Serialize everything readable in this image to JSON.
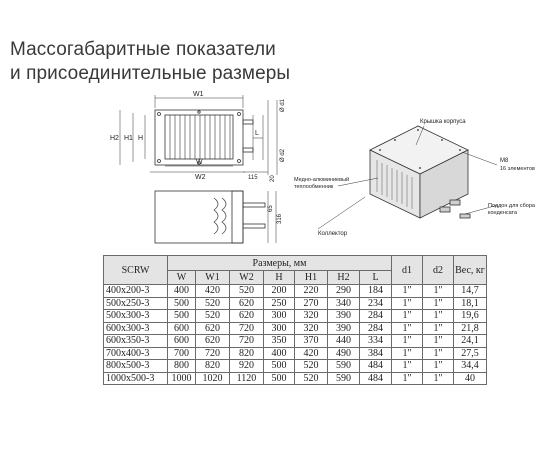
{
  "title": {
    "line1": "Массогабаритные показатели",
    "line2": "и присоединительные размеры"
  },
  "drawing": {
    "front_labels": [
      "W1",
      "W",
      "W2",
      "H2",
      "H1",
      "H",
      "L",
      "Ø d1",
      "Ø d2",
      "115",
      "20"
    ],
    "side_labels": [
      "65",
      "316"
    ],
    "callouts": {
      "cover": "Крышка корпуса",
      "heat_exchanger_1": "Медно-алюминиевый",
      "heat_exchanger_2": "теплообменник",
      "collector": "Коллектор",
      "m8_1": "M8",
      "m8_2": "16 элементов",
      "pan_1": "Поддон для сбора",
      "pan_2": "конденсата"
    }
  },
  "table": {
    "col_model": "SCRW",
    "group_header": "Размеры, мм",
    "col_d1": "d1",
    "col_d2": "d2",
    "col_weight": "Вес, кг",
    "sub_headers": [
      "W",
      "W1",
      "W2",
      "H",
      "H1",
      "H2",
      "L"
    ],
    "rows": [
      [
        "400x200-3",
        "400",
        "420",
        "520",
        "200",
        "220",
        "290",
        "184",
        "1\"",
        "1\"",
        "14,7"
      ],
      [
        "500x250-3",
        "500",
        "520",
        "620",
        "250",
        "270",
        "340",
        "234",
        "1\"",
        "1\"",
        "18,1"
      ],
      [
        "500x300-3",
        "500",
        "520",
        "620",
        "300",
        "320",
        "390",
        "284",
        "1\"",
        "1\"",
        "19,6"
      ],
      [
        "600x300-3",
        "600",
        "620",
        "720",
        "300",
        "320",
        "390",
        "284",
        "1\"",
        "1\"",
        "21,8"
      ],
      [
        "600x350-3",
        "600",
        "620",
        "720",
        "350",
        "370",
        "440",
        "334",
        "1\"",
        "1\"",
        "24,1"
      ],
      [
        "700x400-3",
        "700",
        "720",
        "820",
        "400",
        "420",
        "490",
        "384",
        "1\"",
        "1\"",
        "27,5"
      ],
      [
        "800x500-3",
        "800",
        "820",
        "920",
        "500",
        "520",
        "590",
        "484",
        "1\"",
        "1\"",
        "34,4"
      ],
      [
        "1000x500-3",
        "1000",
        "1020",
        "1120",
        "500",
        "520",
        "590",
        "484",
        "1\"",
        "1\"",
        "40"
      ]
    ]
  }
}
